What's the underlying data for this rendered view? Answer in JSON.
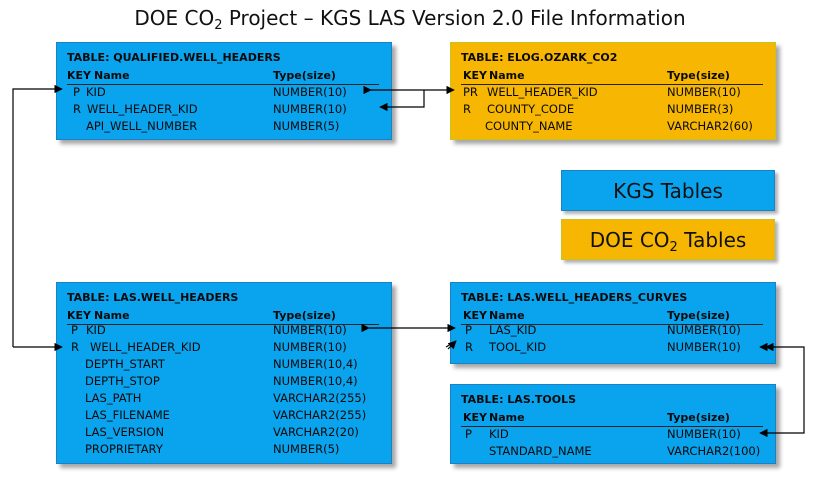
{
  "title": {
    "main": "DOE CO",
    "sub": "2",
    "rest": " Project – KGS LAS Version 2.0 File Information"
  },
  "tables": {
    "qualified_well_headers": {
      "name": "TABLE: QUALIFIED.WELL_HEADERS",
      "header": {
        "key": "KEY",
        "name": "Name",
        "type": "Type(size)"
      },
      "rows": [
        {
          "key": "P",
          "name": "KID",
          "type": "NUMBER(10)"
        },
        {
          "key": "R",
          "name": "WELL_HEADER_KID",
          "type": "NUMBER(10)"
        },
        {
          "key": "",
          "name": "API_WELL_NUMBER",
          "type": "NUMBER(5)"
        }
      ]
    },
    "elog_ozark_co2": {
      "name": "TABLE: ELOG.OZARK_CO2",
      "header": {
        "key": "KEY",
        "name": "Name",
        "type": "Type(size)"
      },
      "rows": [
        {
          "key": "PR",
          "name": "WELL_HEADER_KID",
          "type": "NUMBER(10)"
        },
        {
          "key": "R",
          "name": "COUNTY_CODE",
          "type": "NUMBER(3)"
        },
        {
          "key": "",
          "name": "COUNTY_NAME",
          "type": "VARCHAR2(60)"
        }
      ]
    },
    "las_well_headers": {
      "name": "TABLE: LAS.WELL_HEADERS",
      "header": {
        "key": "KEY",
        "name": "Name",
        "type": "Type(size)"
      },
      "rows": [
        {
          "key": "P",
          "name": "KID",
          "type": "NUMBER(10)"
        },
        {
          "key": "R",
          "name": "WELL_HEADER_KID",
          "type": "NUMBER(10)"
        },
        {
          "key": "",
          "name": "DEPTH_START",
          "type": "NUMBER(10,4)"
        },
        {
          "key": "",
          "name": "DEPTH_STOP",
          "type": "NUMBER(10,4)"
        },
        {
          "key": "",
          "name": "LAS_PATH",
          "type": "VARCHAR2(255)"
        },
        {
          "key": "",
          "name": "LAS_FILENAME",
          "type": "VARCHAR2(255)"
        },
        {
          "key": "",
          "name": "LAS_VERSION",
          "type": "VARCHAR2(20)"
        },
        {
          "key": "",
          "name": "PROPRIETARY",
          "type": "NUMBER(5)"
        }
      ]
    },
    "las_well_headers_curves": {
      "name": "TABLE: LAS.WELL_HEADERS_CURVES",
      "header": {
        "key": "KEY",
        "name": "Name",
        "type": "Type(size)"
      },
      "rows": [
        {
          "key": "P",
          "name": "LAS_KID",
          "type": "NUMBER(10)"
        },
        {
          "key": "R",
          "name": "TOOL_KID",
          "type": "NUMBER(10)"
        }
      ]
    },
    "las_tools": {
      "name": "TABLE: LAS.TOOLS",
      "header": {
        "key": "KEY",
        "name": "Name",
        "type": "Type(size)"
      },
      "rows": [
        {
          "key": "P",
          "name": "KID",
          "type": "NUMBER(10)"
        },
        {
          "key": "",
          "name": "STANDARD_NAME",
          "type": "VARCHAR2(100)"
        }
      ]
    }
  },
  "legend": {
    "kgs": "KGS Tables",
    "doe": {
      "pre": "DOE CO",
      "sub": "2",
      "post": " Tables"
    }
  },
  "colors": {
    "kgs": "#0aa3ee",
    "doe": "#f7b602",
    "line": "#000000"
  }
}
